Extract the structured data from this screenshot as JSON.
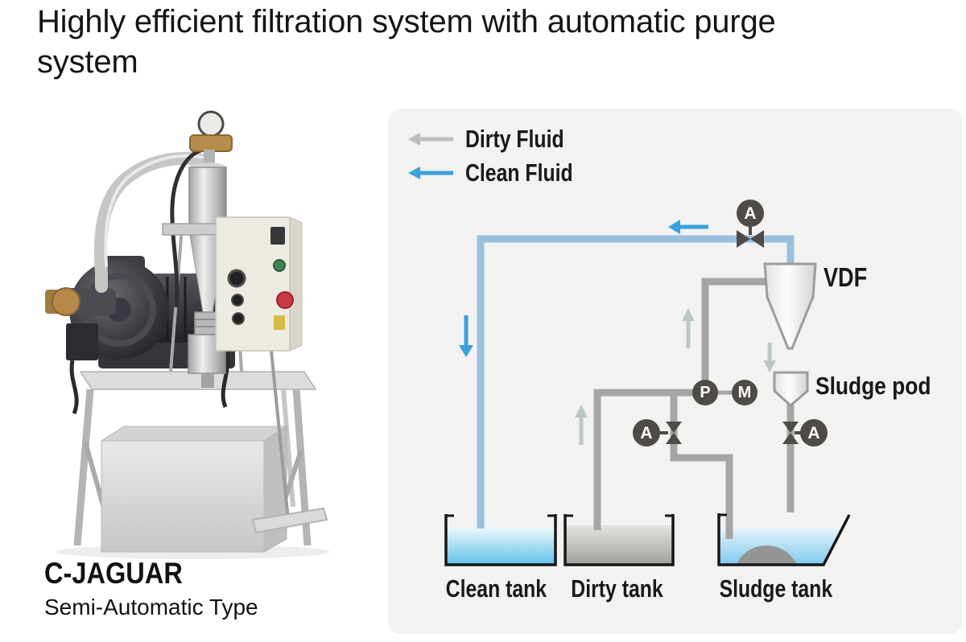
{
  "title": {
    "line1": "Highly efficient filtration system with automatic purge",
    "line2": "system"
  },
  "product": {
    "name": "C-JAGUAR",
    "type": "Semi-Automatic Type"
  },
  "legend": {
    "dirty": "Dirty Fluid",
    "clean": "Clean Fluid"
  },
  "diagram": {
    "filter_label": "VDF",
    "pod_label": "Sludge pod",
    "tanks": {
      "clean": "Clean tank",
      "dirty": "Dirty tank",
      "sludge": "Sludge tank"
    },
    "badges": {
      "auto_valve": "A",
      "pump": "P",
      "motor": "M"
    },
    "colors": {
      "panel_bg": "#f2f2f1",
      "clean_fluid_arrow": "#3aa1dc",
      "clean_pipe": "#98c0dd",
      "dirty_fluid_arrow": "#b9bdbc",
      "dirty_pipe": "#a5a5a4",
      "flow_hint_arrow": "#bac8c2",
      "component_dark": "#4f4b48",
      "tank_outline": "#161616"
    }
  }
}
